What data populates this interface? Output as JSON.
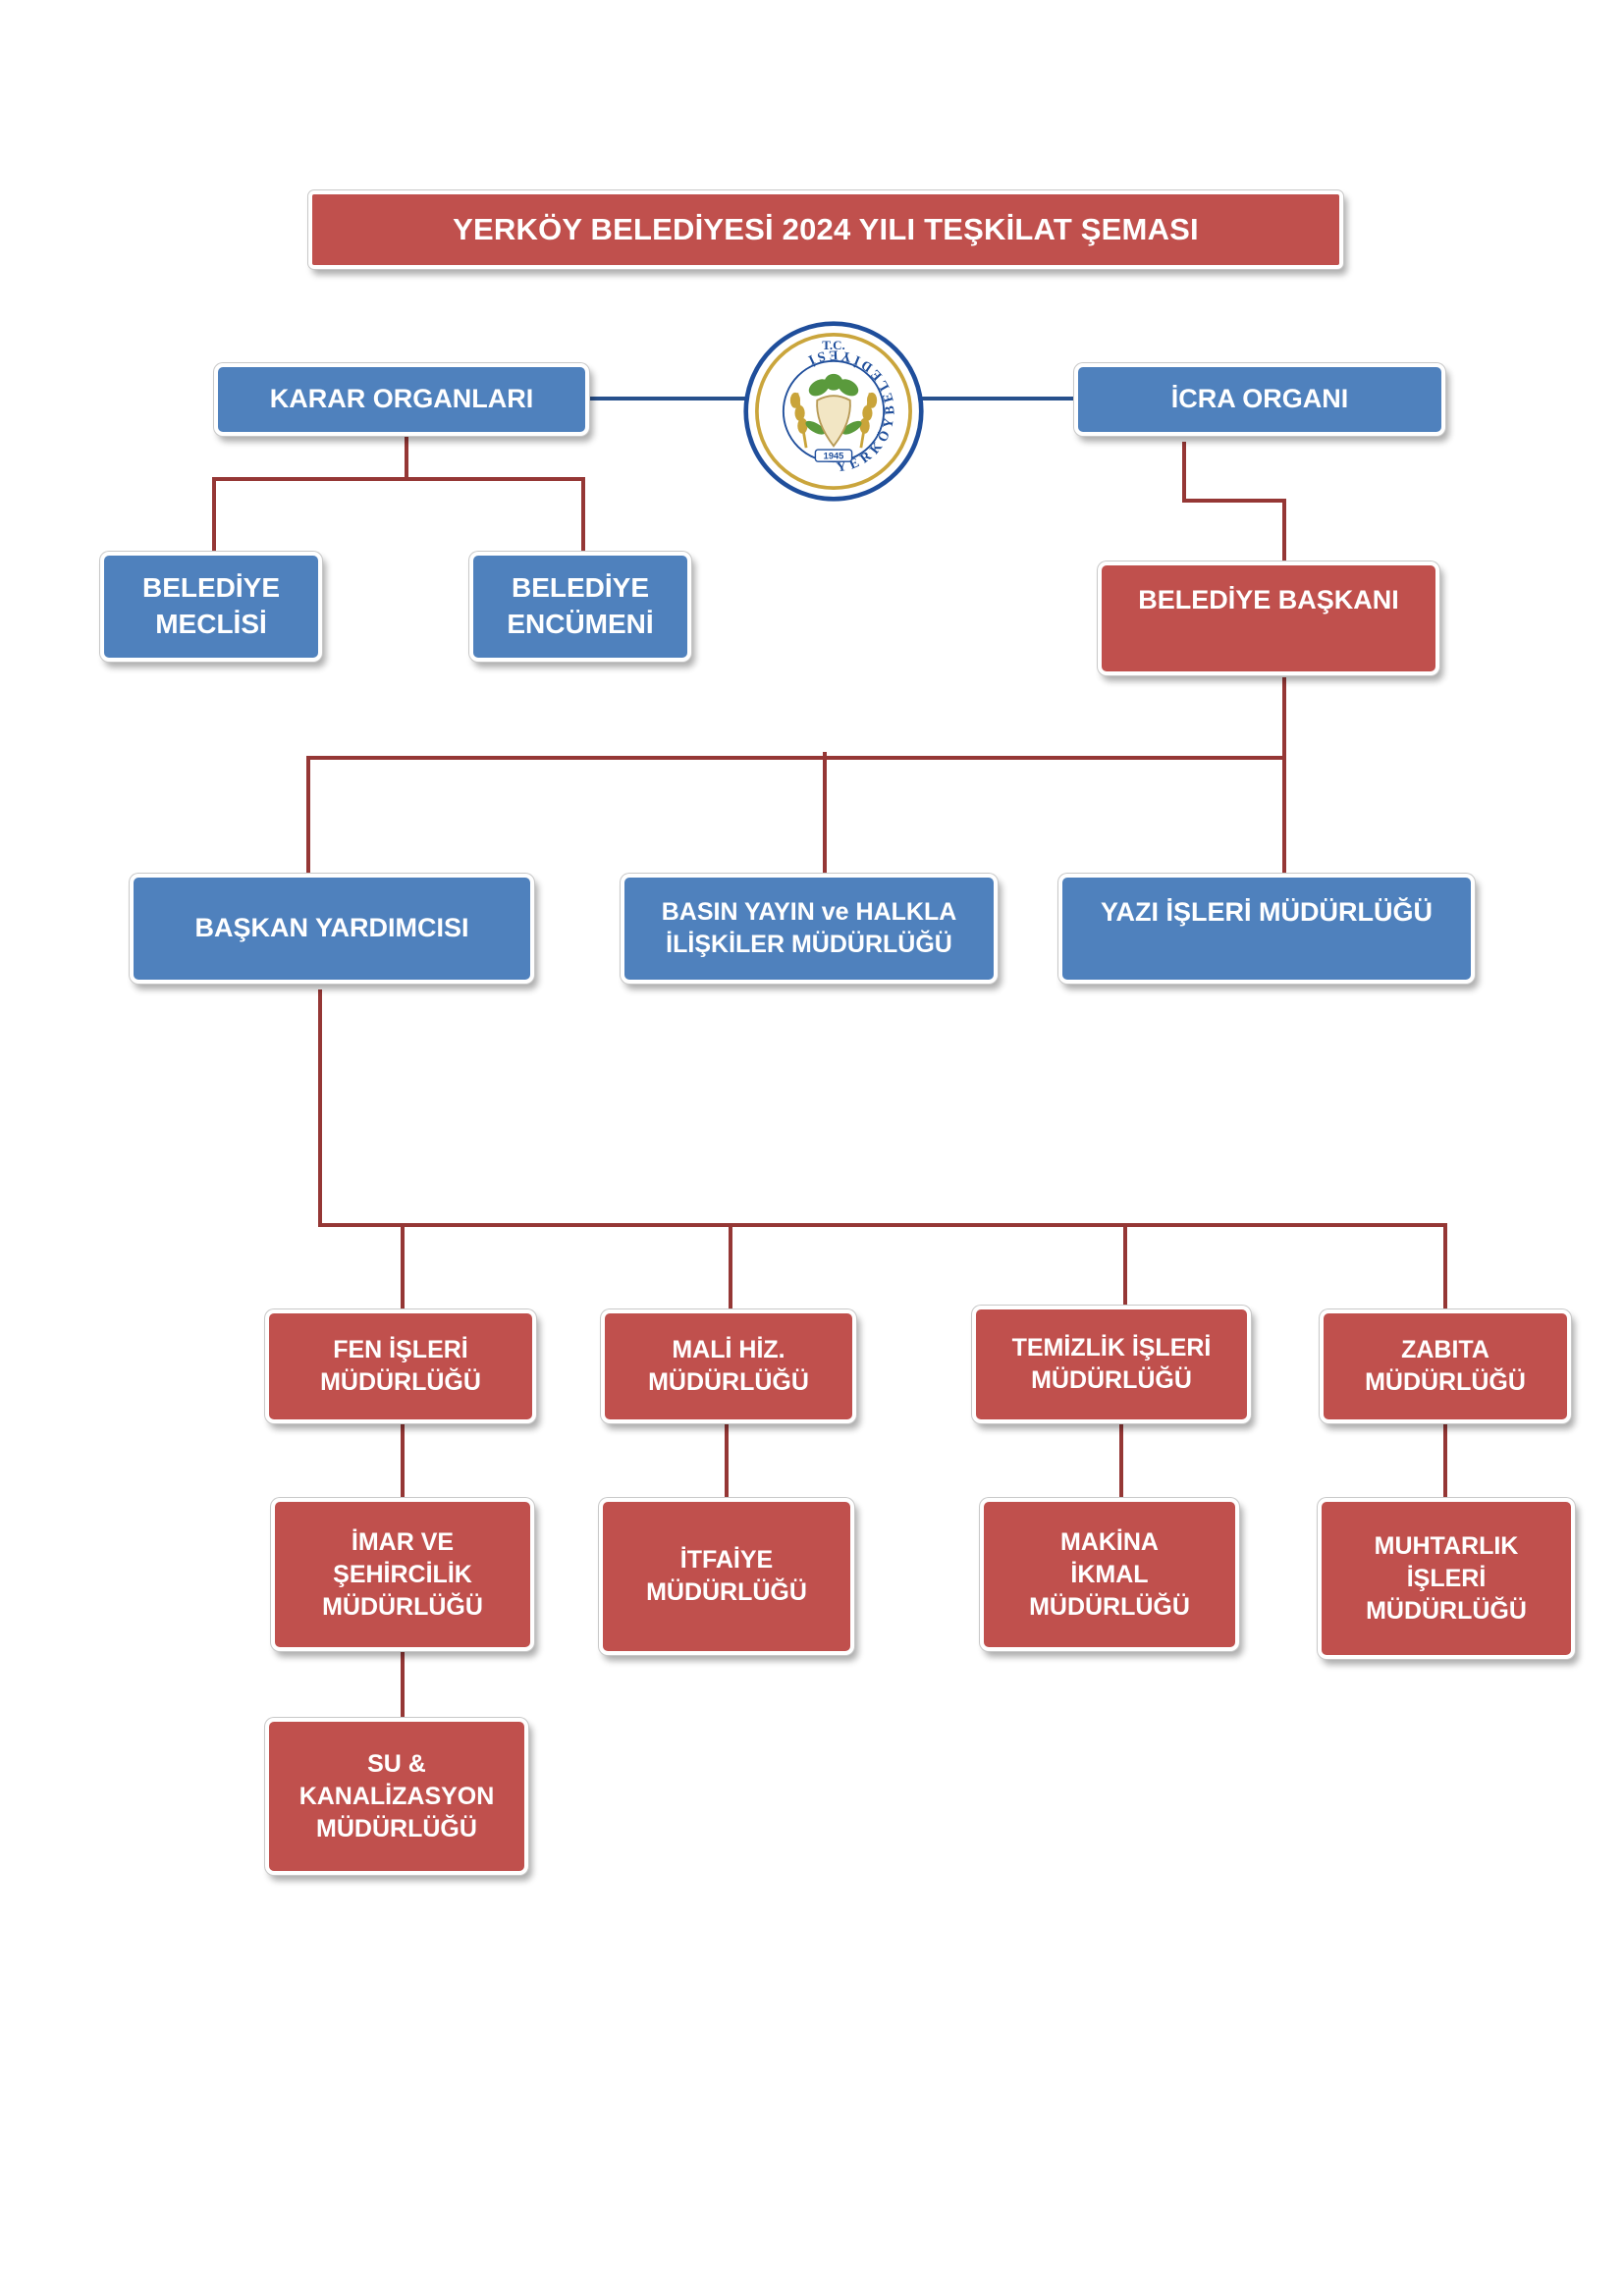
{
  "title": "YERKÖY BELEDİYESİ 2024 YILI TEŞKİLAT ŞEMASI",
  "seal": {
    "top_text": "T.C.",
    "ring_text": "YERKÖYBELEDİYESİ",
    "year": "1945"
  },
  "colors": {
    "blue_box": "#4f81bd",
    "red_box": "#c0504d",
    "blue_line": "#27508c",
    "red_line": "#953735"
  },
  "nodes": {
    "karar_organlari": "KARAR ORGANLARI",
    "icra_organi": "İCRA ORGANI",
    "belediye_meclisi": "BELEDİYE\nMECLİSİ",
    "belediye_encumeni": "BELEDİYE\nENCÜMENİ",
    "belediye_baskani": "BELEDİYE BAŞKANI",
    "baskan_yardimcisi": "BAŞKAN YARDIMCISI",
    "basin_yayin": "BASIN YAYIN ve HALKLA\nİLİŞKİLER MÜDÜRLÜĞÜ",
    "yazi_isleri": "YAZI İŞLERİ MÜDÜRLÜĞÜ",
    "fen_isleri": "FEN İŞLERİ\nMÜDÜRLÜĞÜ",
    "mali_hiz": "MALİ HİZ.\nMÜDÜRLÜĞÜ",
    "temizlik_isleri": "TEMİZLİK İŞLERİ\nMÜDÜRLÜĞÜ",
    "zabita": "ZABITA\nMÜDÜRLÜĞÜ",
    "imar_sehircilik": "İMAR VE\nŞEHİRCİLİK\nMÜDÜRLÜĞÜ",
    "itfaiye": "İTFAİYE\nMÜDÜRLÜĞÜ",
    "makina_ikmal": "MAKİNA\nİKMAL\nMÜDÜRLÜĞÜ",
    "muhtarlik_isleri": "MUHTARLIK\nİŞLERİ\nMÜDÜRLÜĞÜ",
    "su_kanalizasyon": "SU &\nKANALİZASYON\nMÜDÜRLÜĞÜ"
  }
}
